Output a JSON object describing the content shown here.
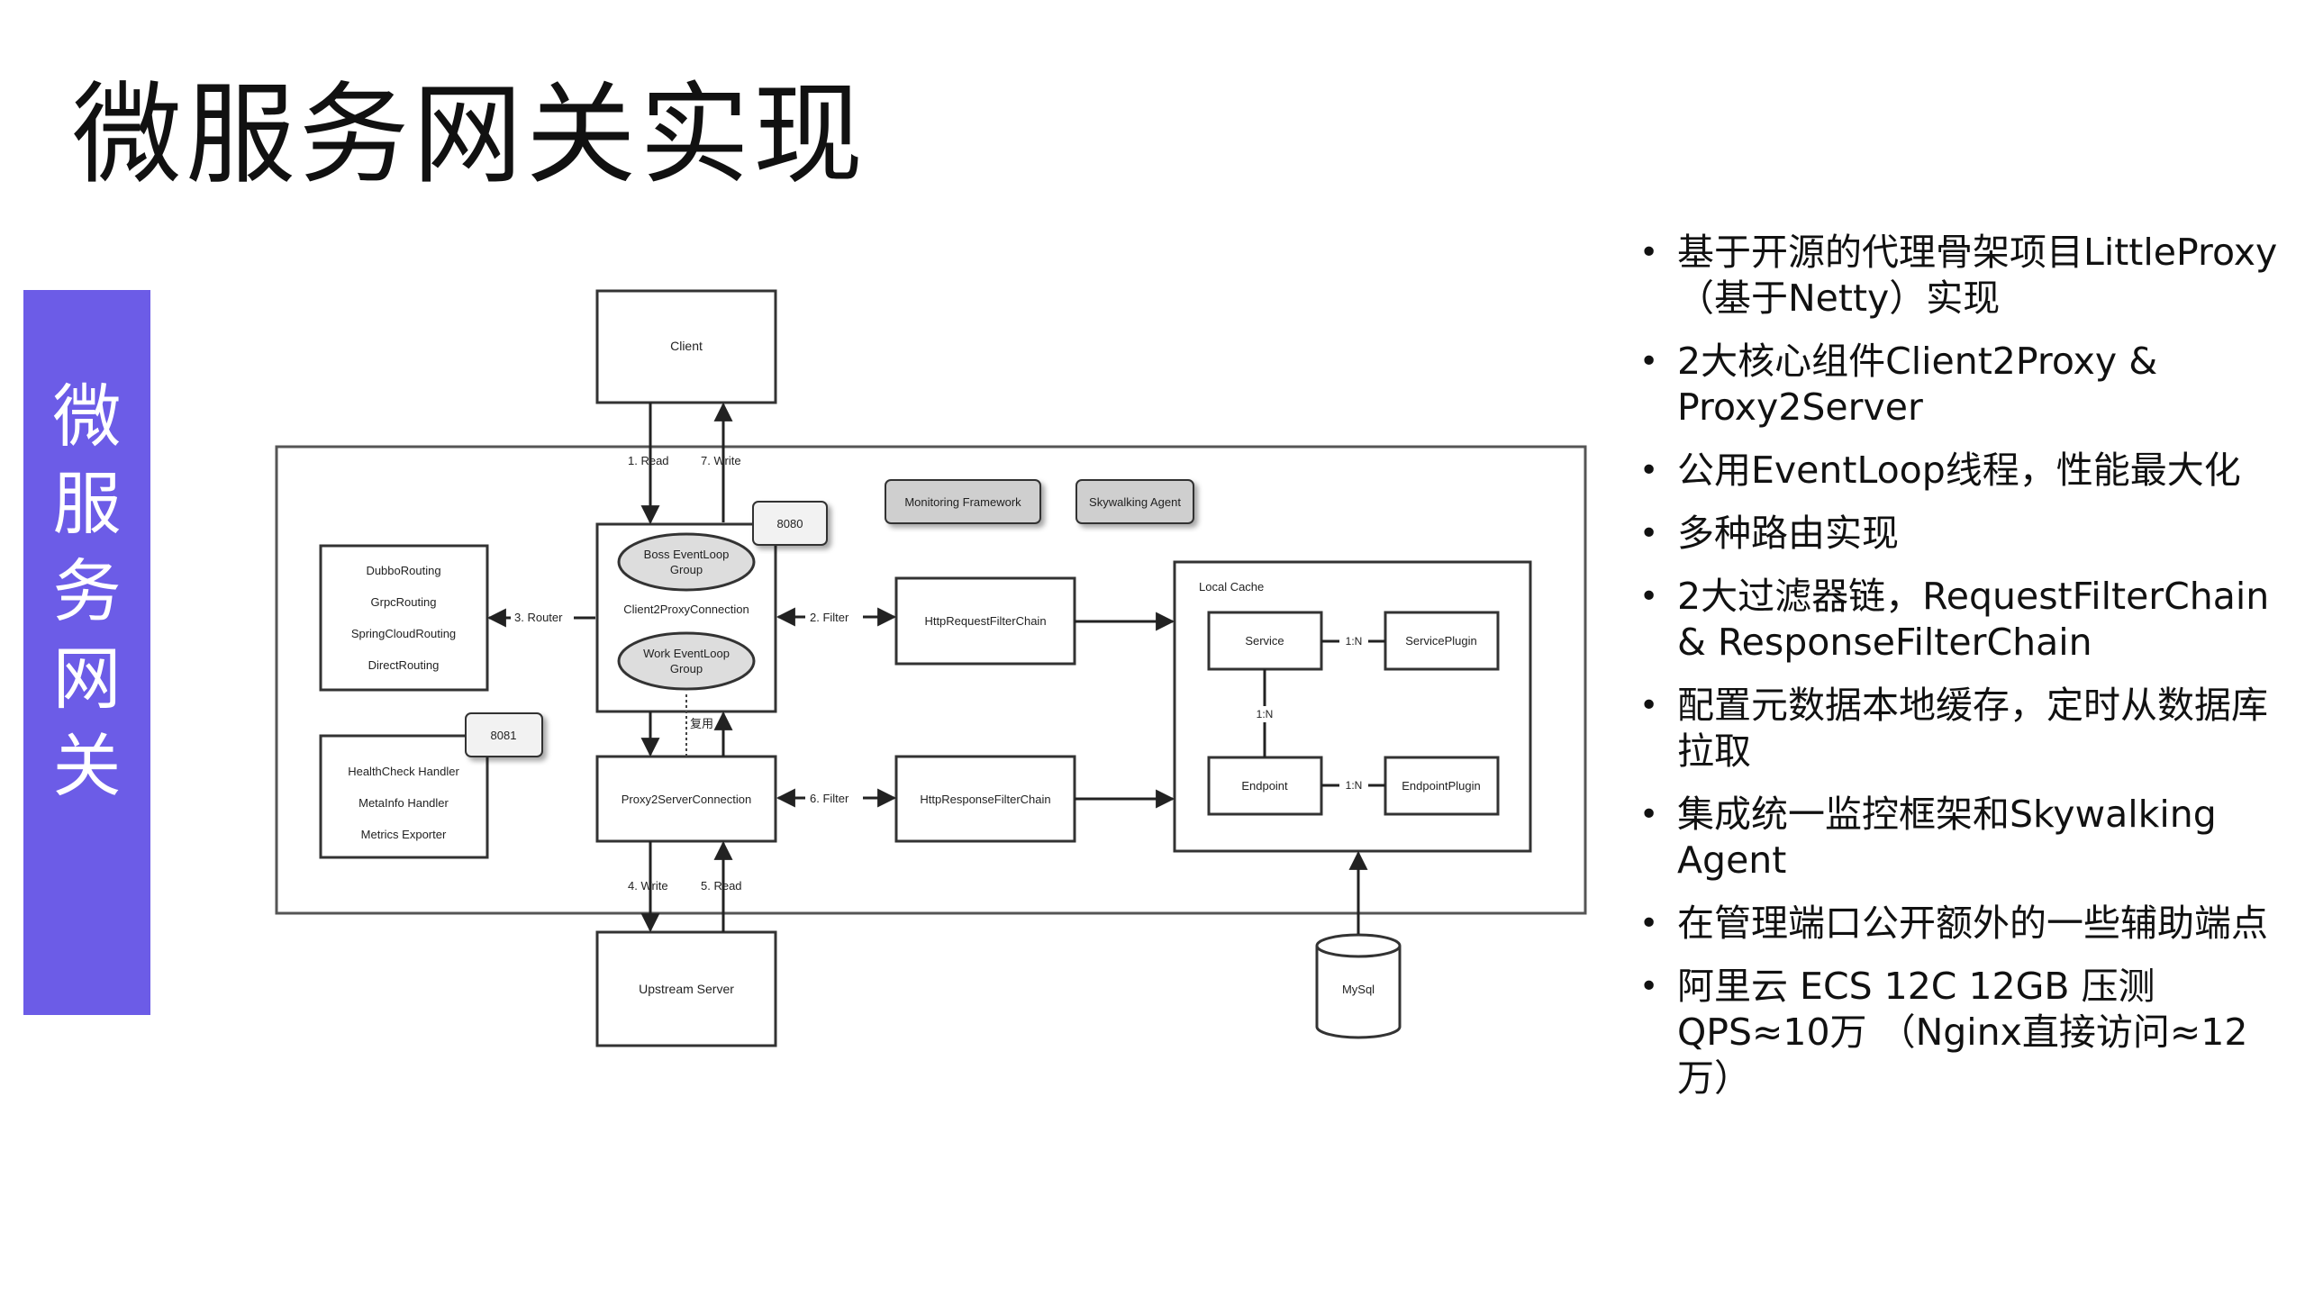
{
  "title": "微服务网关实现",
  "side_banner": {
    "chars": [
      "微",
      "服",
      "务",
      "网",
      "关"
    ],
    "color": "#6c5ce7"
  },
  "diagram": {
    "client": "Client",
    "upstream": "Upstream Server",
    "client_conn": "Client2ProxyConnection",
    "server_conn": "Proxy2ServerConnection",
    "boss_group_1": "Boss EventLoop",
    "boss_group_2": "Group",
    "work_group_1": "Work EventLoop",
    "work_group_2": "Group",
    "port_8080": "8080",
    "port_8081": "8081",
    "reuse": "复用",
    "routing": [
      "DubboRouting",
      "GrpcRouting",
      "SpringCloudRouting",
      "DirectRouting"
    ],
    "handlers": [
      "HealthCheck Handler",
      "MetaInfo Handler",
      "Metrics Exporter"
    ],
    "monitoring": "Monitoring Framework",
    "skywalking": "Skywalking Agent",
    "request_chain": "HttpRequestFilterChain",
    "response_chain": "HttpResponseFilterChain",
    "local_cache": "Local Cache",
    "service": "Service",
    "service_plugin": "ServicePlugin",
    "endpoint": "Endpoint",
    "endpoint_plugin": "EndpointPlugin",
    "mysql": "MySql",
    "edge_read_1": "1. Read",
    "edge_write_7": "7. Write",
    "edge_router_3": "3. Router",
    "edge_filter_2": "2. Filter",
    "edge_filter_6": "6. Filter",
    "edge_write_4": "4. Write",
    "edge_read_5": "5. Read",
    "rel_1n": "1:N"
  },
  "bullets": [
    "基于开源的代理骨架项目LittleProxy（基于Netty）实现",
    "2大核心组件Client2Proxy & Proxy2Server",
    "公用EventLoop线程，性能最大化",
    "多种路由实现",
    "2大过滤器链，RequestFilterChain & ResponseFilterChain",
    "配置元数据本地缓存，定时从数据库拉取",
    "集成统一监控框架和Skywalking Agent",
    "在管理端口公开额外的一些辅助端点",
    "阿里云 ECS 12C 12GB 压测QPS≈10万 （Nginx直接访问≈12万）"
  ],
  "bullet_marker": "•"
}
